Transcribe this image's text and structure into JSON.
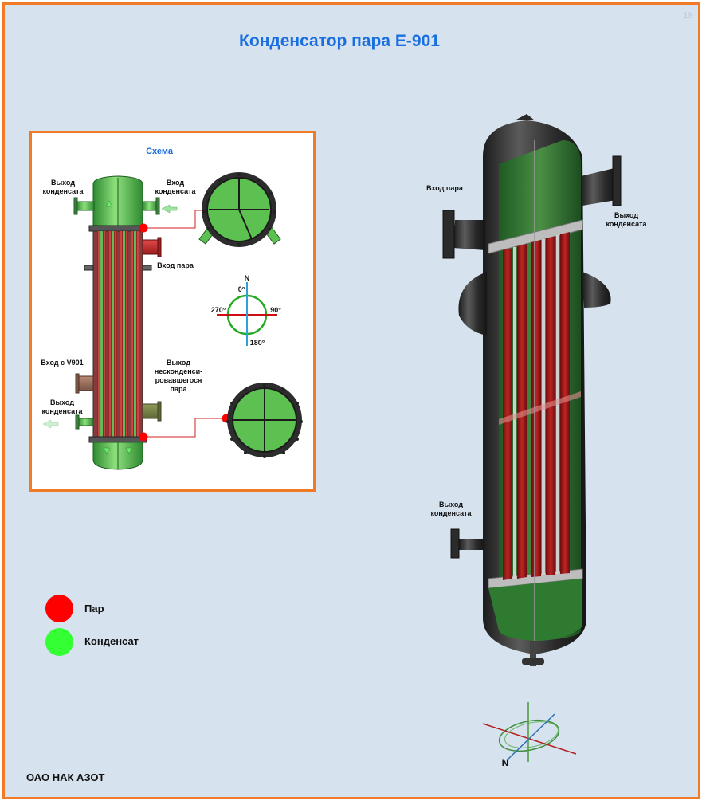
{
  "page": {
    "title": "Конденсатор пара Е-901",
    "page_number": "19",
    "company": "ОАО НАК АЗОТ"
  },
  "scheme": {
    "title": "Схема",
    "labels": {
      "condensate_outlet_top": "Выход\nконденсата",
      "condensate_inlet_top": "Вход\nконденсата",
      "steam_inlet": "Вход пара",
      "inlet_v901": "Вход с V901",
      "condensate_outlet_bottom": "Выход\nконденсата",
      "uncondensed_outlet": "Выход\nнесконденси-\nровавшегося\nпара"
    },
    "compass": {
      "n": "N",
      "deg0": "0°",
      "deg90": "90°",
      "deg180": "180°",
      "deg270": "270°"
    }
  },
  "view3d": {
    "labels": {
      "steam_inlet": "Вход пара",
      "condensate_outlet_right": "Выход\nконденсата",
      "condensate_outlet_left": "Выход\nконденсата"
    },
    "compass_n": "N"
  },
  "legend": [
    {
      "label": "Пар",
      "color": "#ff0000"
    },
    {
      "label": "Конденсат",
      "color": "#33ff33"
    }
  ],
  "colors": {
    "accent_orange": "#f07a26",
    "title_blue": "#1a6fe0",
    "shell_green": "#5cc150",
    "tube_red": "#b52b2b",
    "steam_red": "#ff0000",
    "condensate_green": "#33ff33"
  }
}
